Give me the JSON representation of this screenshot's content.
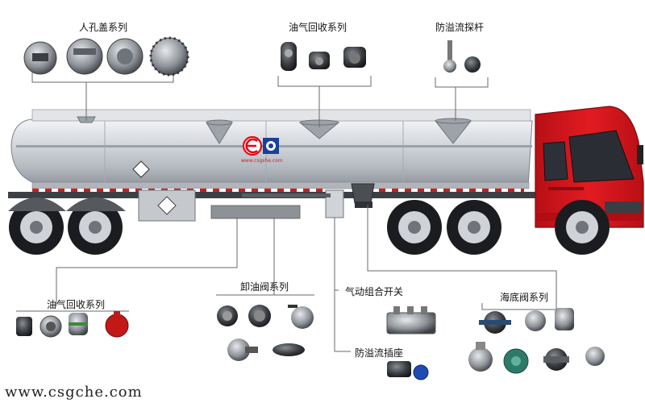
{
  "groups": {
    "manhole": {
      "label": "人孔盖系列"
    },
    "vapor_top": {
      "label": "油气回收系列"
    },
    "overfill_probe": {
      "label": "防溢流探杆"
    },
    "vapor_bottom": {
      "label": "油气回收系列"
    },
    "unloading": {
      "label": "卸油阀系列"
    },
    "pneumatic": {
      "label": "气动组合开关"
    },
    "overfill_socket": {
      "label": "防溢流插座"
    },
    "bottom_valve": {
      "label": "海底阀系列"
    }
  },
  "logo": {
    "site": "www.csgshe.com"
  },
  "watermark": {
    "text": "www.csgche.com"
  },
  "colors": {
    "cab": "#d9161c",
    "tank": "#c9ccd2",
    "line": "#6a6a6a",
    "logo_red": "#e30613",
    "logo_blue": "#1a3f9c"
  }
}
